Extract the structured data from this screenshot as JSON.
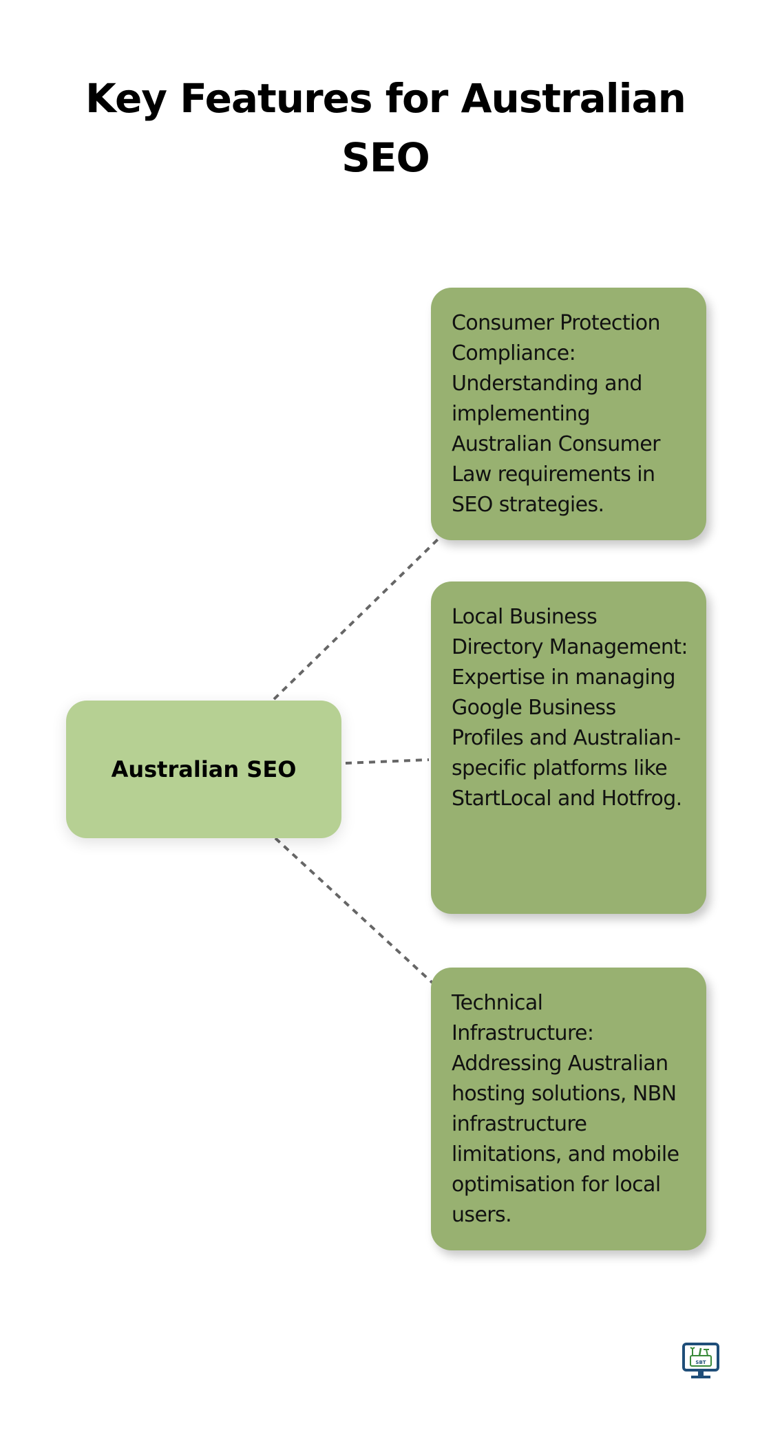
{
  "title": "Key Features for Australian SEO",
  "center_node": {
    "label": "Australian SEO",
    "color": "#b6d093"
  },
  "features": [
    {
      "text": "Consumer Protection Compliance: Understanding and implementing Australian Consumer Law requirements in SEO strategies.",
      "color": "#98b171"
    },
    {
      "text": "Local Business Directory Management: Expertise in managing Google Business Profiles and Australian-specific platforms like StartLocal and Hotfrog.",
      "color": "#98b171"
    },
    {
      "text": "Technical Infrastructure: Addressing Australian hosting solutions, NBN infrastructure limitations, and mobile optimisation for local users.",
      "color": "#98b171"
    }
  ],
  "connector_style": {
    "color": "#666666",
    "pattern": "dashed"
  },
  "logo": {
    "icon": "monitor-toolbox-icon",
    "text": "SBT",
    "color": "#1f4e79",
    "accent": "#3a8a3a"
  }
}
